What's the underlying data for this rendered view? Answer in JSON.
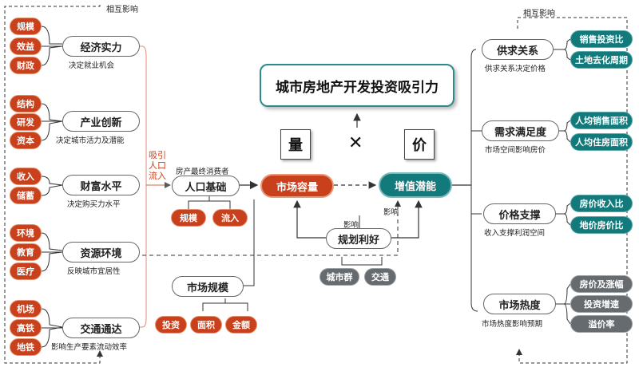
{
  "title": "城市房地产开发投资吸引力",
  "mutual_left": "相互影响",
  "mutual_right": "相互影响",
  "quantity": "量",
  "price": "价",
  "times": "✕",
  "left_groups": [
    {
      "name": "经济实力",
      "desc": "决定就业机会",
      "factors": [
        "规模",
        "效益",
        "财政"
      ]
    },
    {
      "name": "产业创新",
      "desc": "决定城市活力及潜能",
      "factors": [
        "结构",
        "研发",
        "资本"
      ]
    },
    {
      "name": "财富水平",
      "desc": "决定购买力水平",
      "factors": [
        "收入",
        "储蓄"
      ]
    },
    {
      "name": "资源环境",
      "desc": "反映城市宜居性",
      "factors": [
        "环境",
        "教育",
        "医疗"
      ]
    },
    {
      "name": "交通通达",
      "desc": "影响生产要素流动效率",
      "factors": [
        "机场",
        "高铁",
        "地铁"
      ]
    }
  ],
  "population": {
    "name": "人口基础",
    "desc": "房产最终消费者",
    "factors": [
      "规模",
      "流入"
    ]
  },
  "inflow": [
    "吸引",
    "人口",
    "流入"
  ],
  "market_scale": {
    "name": "市场规模",
    "factors": [
      "投资",
      "面积",
      "金额"
    ]
  },
  "market_capacity": "市场容量",
  "value_potential": "增值潜能",
  "planning": {
    "name": "规划利好",
    "factors": [
      "城市群",
      "交通"
    ],
    "influence1": "影响",
    "influence2": "影响"
  },
  "right_groups": [
    {
      "name": "供求关系",
      "desc": "供求关系决定价格",
      "factors": [
        "销售投资比",
        "土地去化周期"
      ]
    },
    {
      "name": "需求满足度",
      "desc": "市场空间影响房价",
      "factors": [
        "人均销售面积",
        "人均住房面积"
      ]
    },
    {
      "name": "价格支撑",
      "desc": "收入支撑利润空间",
      "factors": [
        "房价收入比",
        "地价房价比"
      ]
    },
    {
      "name": "市场热度",
      "desc": "市场热度影响预期",
      "factors": [
        "房价及涨幅",
        "投资增速",
        "溢价率"
      ]
    }
  ],
  "colors": {
    "red": "#c8401c",
    "teal": "#137a7c",
    "gray": "#666b70"
  }
}
